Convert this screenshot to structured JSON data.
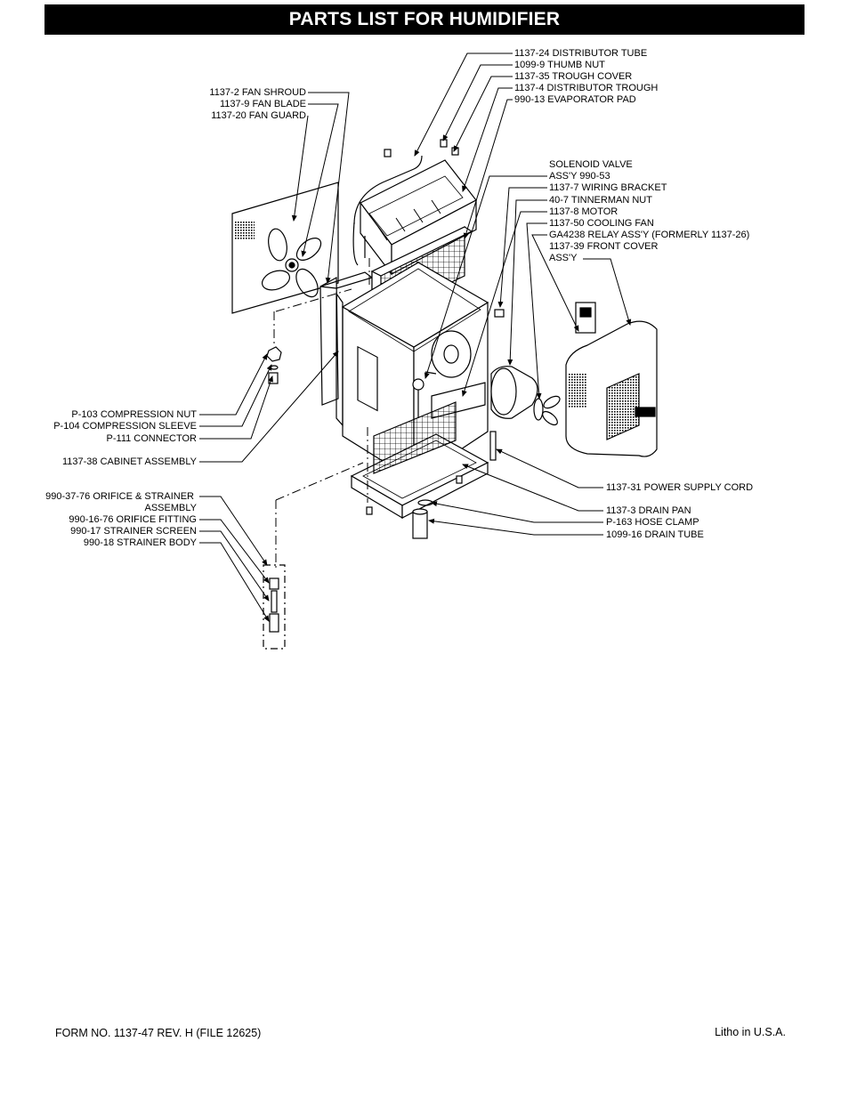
{
  "header": {
    "title": "PARTS LIST FOR HUMIDIFIER"
  },
  "labels": {
    "top_right": [
      "1137-24 DISTRIBUTOR TUBE",
      "1099-9 THUMB NUT",
      "1137-35 TROUGH COVER",
      "1137-4 DISTRIBUTOR TROUGH",
      "990-13 EVAPORATOR PAD"
    ],
    "top_left": [
      "1137-2 FAN SHROUD",
      "1137-9 FAN BLADE",
      "1137-20 FAN GUARD"
    ],
    "middle_right": [
      "SOLENOID VALVE",
      "ASS'Y 990-53",
      "1137-7 WIRING BRACKET",
      "40-7 TINNERMAN NUT",
      "1137-8 MOTOR",
      "1137-50 COOLING FAN",
      "GA4238 RELAY ASS'Y (FORMERLY 1137-26)",
      "1137-39 FRONT COVER",
      "ASS'Y"
    ],
    "middle_left": [
      "P-103 COMPRESSION NUT",
      "P-104 COMPRESSION SLEEVE",
      "P-111 CONNECTOR"
    ],
    "cabinet": "1137-38 CABINET ASSEMBLY",
    "bottom_left": [
      "990-37-76 ORIFICE & STRAINER",
      "ASSEMBLY",
      "990-16-76 ORIFICE FITTING",
      "990-17 STRAINER SCREEN",
      "990-18 STRAINER BODY"
    ],
    "bottom_right": [
      "1137-31 POWER SUPPLY CORD",
      "1137-3 DRAIN PAN",
      "P-163 HOSE CLAMP",
      "1099-16 DRAIN TUBE"
    ]
  },
  "footer": {
    "form": "FORM NO. 1137-47 REV. H  (FILE 12625)",
    "litho": "Litho in U.S.A."
  }
}
